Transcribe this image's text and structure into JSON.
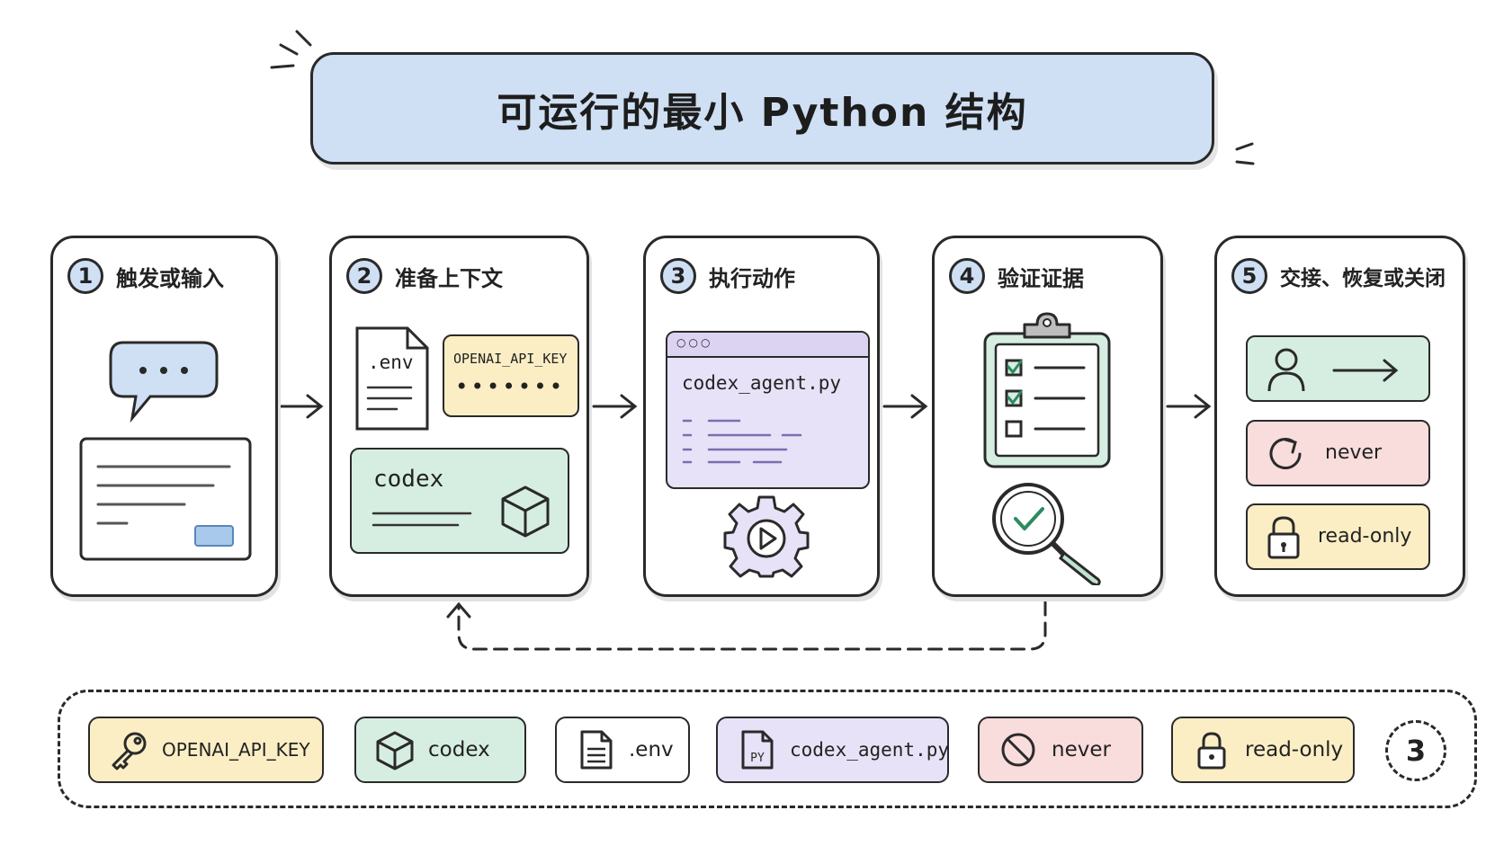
{
  "title": "可运行的最小 Python 结构",
  "steps": [
    {
      "num": "1",
      "label": "触发或输入"
    },
    {
      "num": "2",
      "label": "准备上下文"
    },
    {
      "num": "3",
      "label": "执行动作"
    },
    {
      "num": "4",
      "label": "验证证据"
    },
    {
      "num": "5",
      "label": "交接、恢复或关闭"
    }
  ],
  "step2": {
    "env_file": ".env",
    "key_name": "OPENAI_API_KEY",
    "key_mask": "•••••••",
    "sdk": "codex"
  },
  "step3": {
    "file": "codex_agent.py"
  },
  "step5": {
    "retry_label": "never",
    "sandbox_label": "read-only"
  },
  "legend": {
    "items": [
      {
        "icon": "key-icon",
        "label": "OPENAI_API_KEY",
        "color": "#fbeec4"
      },
      {
        "icon": "cube-icon",
        "label": "codex",
        "color": "#d6eee2"
      },
      {
        "icon": "document-icon",
        "label": ".env",
        "color": "#ffffff"
      },
      {
        "icon": "python-file-icon",
        "label": "codex_agent.py",
        "color": "#e7e2f7"
      },
      {
        "icon": "prohibited-icon",
        "label": "never",
        "color": "#f9dcdc"
      },
      {
        "icon": "lock-icon",
        "label": "read-only",
        "color": "#fbeec4"
      }
    ],
    "count": "3"
  },
  "colors": {
    "blue": "#cfe0f4",
    "green": "#d6eee2",
    "yellow": "#fbeec4",
    "purple": "#e7e2f7",
    "pink": "#f9dcdc"
  }
}
